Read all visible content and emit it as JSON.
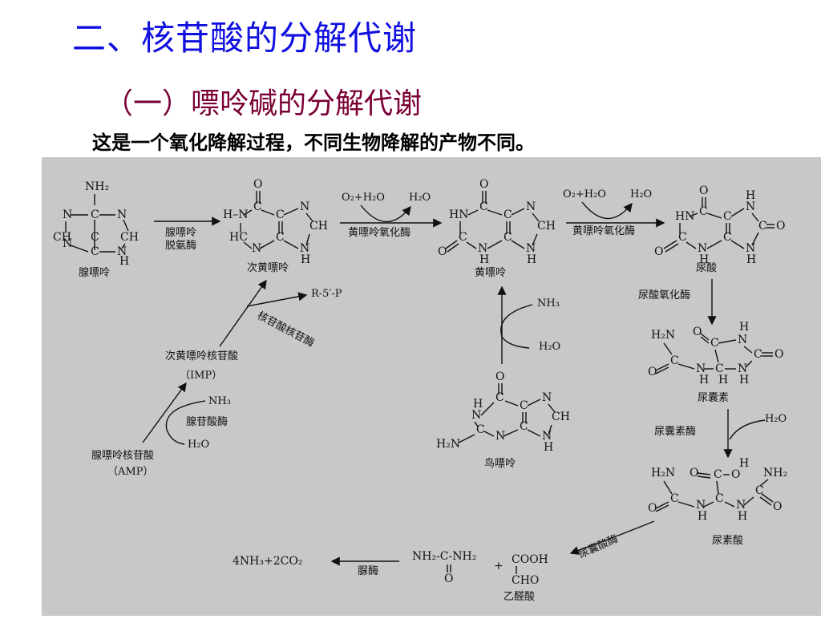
{
  "title": "二、核苷酸的分解代谢",
  "section": "（一）嘌呤碱的分解代谢",
  "subtitle": "这是一个氧化降解过程，不同生物降解的产物不同。",
  "diagram": {
    "compounds": {
      "adenine": "腺嘌呤",
      "hypoxanthine": "次黄嘌呤",
      "xanthine": "黄嘌呤",
      "uric_acid": "尿酸",
      "allantoin": "尿囊素",
      "allantoic_acid": "尿素酸",
      "guanine": "鸟嘌呤",
      "imp_name": "次黄嘌呤核苷酸",
      "imp_abbr": "（IMP）",
      "amp_name": "腺嘌呤核苷酸",
      "amp_abbr": "（AMP）",
      "glyoxylic_acid": "乙醛酸"
    },
    "enzymes": {
      "adenine_deaminase_1": "腺嘌呤",
      "adenine_deaminase_2": "脱氨酶",
      "xanthine_oxidase_1": "黄嘌呤氧化酶",
      "xanthine_oxidase_2": "黄嘌呤氧化酶",
      "urate_oxidase": "尿酸氧化酶",
      "allantoinase": "尿囊素酶",
      "allantoicase": "尿囊酸酶",
      "urease": "脲酶",
      "nucleosidase": "核苷酸核苷酶",
      "amp_deaminase": "腺苷酸酶"
    },
    "reagents": {
      "o2_h2o_1": "O₂+H₂O",
      "h2o_1": "H₂O",
      "o2_h2o_2": "O₂+H₂O",
      "h2o_2": "H₂O",
      "nh3_guanine": "NH₃",
      "h2o_guanine": "H₂O",
      "nh3_amp": "NH₃",
      "h2o_amp": "H₂O",
      "h2o_allantoin": "H₂O",
      "r5p": "R-5′-P",
      "final_products": "4NH₃+2CO₂",
      "urea": "NH₂-C-NH₂",
      "plus": "+",
      "cooh": "COOH",
      "cho": "CHO"
    }
  }
}
